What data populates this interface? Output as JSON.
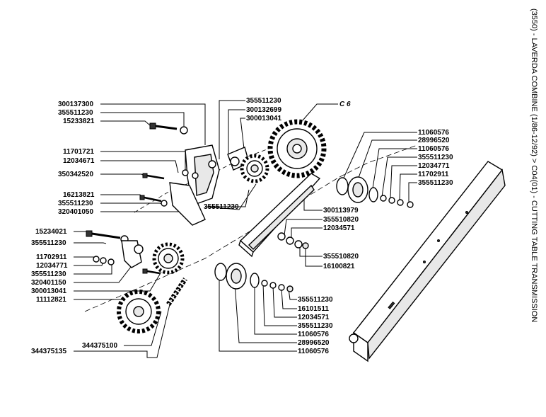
{
  "title": "(3550) - LAVERDA COMBINE (1/86-12/92) > C04(01) - CUTTING TABLE TRANSMISSION",
  "section_label": "C 6",
  "labels": {
    "l_300137300": "300137300",
    "l_355511230_a": "355511230",
    "l_15233821": "15233821",
    "l_11701721": "11701721",
    "l_12034671": "12034671",
    "l_350342520": "350342520",
    "l_16213821": "16213821",
    "l_355511230_b": "355511230",
    "l_320401050": "320401050",
    "l_15234021": "15234021",
    "l_355511230_c": "355511230",
    "l_11702911_a": "11702911",
    "l_12034771_a": "12034771",
    "l_355511230_d": "355511230",
    "l_320401150": "320401150",
    "l_300013041_a": "300013041",
    "l_11112821": "11112821",
    "l_344375100": "344375100",
    "l_344375135": "344375135",
    "l_355511230_top": "355511230",
    "l_300132699": "300132699",
    "l_300013041_b": "300013041",
    "l_355511230_mid": "355511230",
    "l_300113979": "300113979",
    "l_355510820_a": "355510820",
    "l_12034571_a": "12034571",
    "l_355510820_b": "355510820",
    "l_16100821": "16100821",
    "l_11060576_a": "11060576",
    "l_28996520_a": "28996520",
    "l_11060576_b": "11060576",
    "l_355511230_r1": "355511230",
    "l_12034771_b": "12034771",
    "l_11702911_b": "11702911",
    "l_355511230_r2": "355511230",
    "l_355511230_bot": "355511230",
    "l_16101511": "16101511",
    "l_12034571_b": "12034571",
    "l_355511230_bot2": "355511230",
    "l_11060576_c": "11060576",
    "l_28996520_b": "28996520",
    "l_11060576_d": "11060576"
  }
}
